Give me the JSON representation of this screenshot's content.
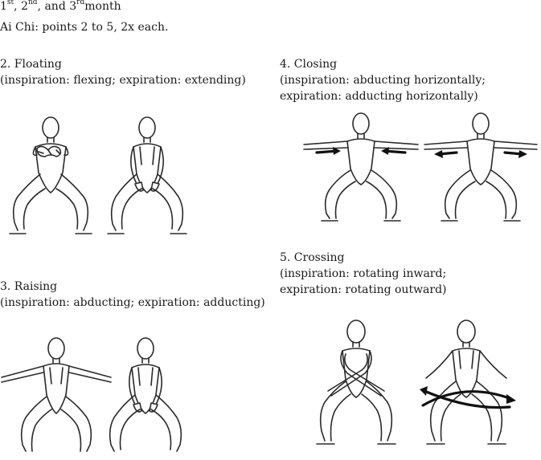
{
  "header": {
    "ord1": "1",
    "sup1": "st",
    "ord2": "2",
    "sup2": "nd",
    "ord3": "3",
    "sup3": "rd",
    "sep1": ", ",
    "sep2": ", and ",
    "month": "month",
    "line2": "Ai Chi: points 2 to 5, 2x each."
  },
  "sections": {
    "floating": {
      "title": "2. Floating",
      "desc": "(inspiration: flexing; expiration: extending)"
    },
    "raising": {
      "title": "3. Raising",
      "desc": "(inspiration: abducting; expiration: adducting)"
    },
    "closing": {
      "title": "4. Closing",
      "desc1": "(inspiration: abducting horizontally;",
      "desc2": "expiration: adducting horizontally)"
    },
    "crossing": {
      "title": "5. Crossing",
      "desc1": "(inspiration: rotating inward;",
      "desc2": "expiration: rotating outward)"
    }
  }
}
